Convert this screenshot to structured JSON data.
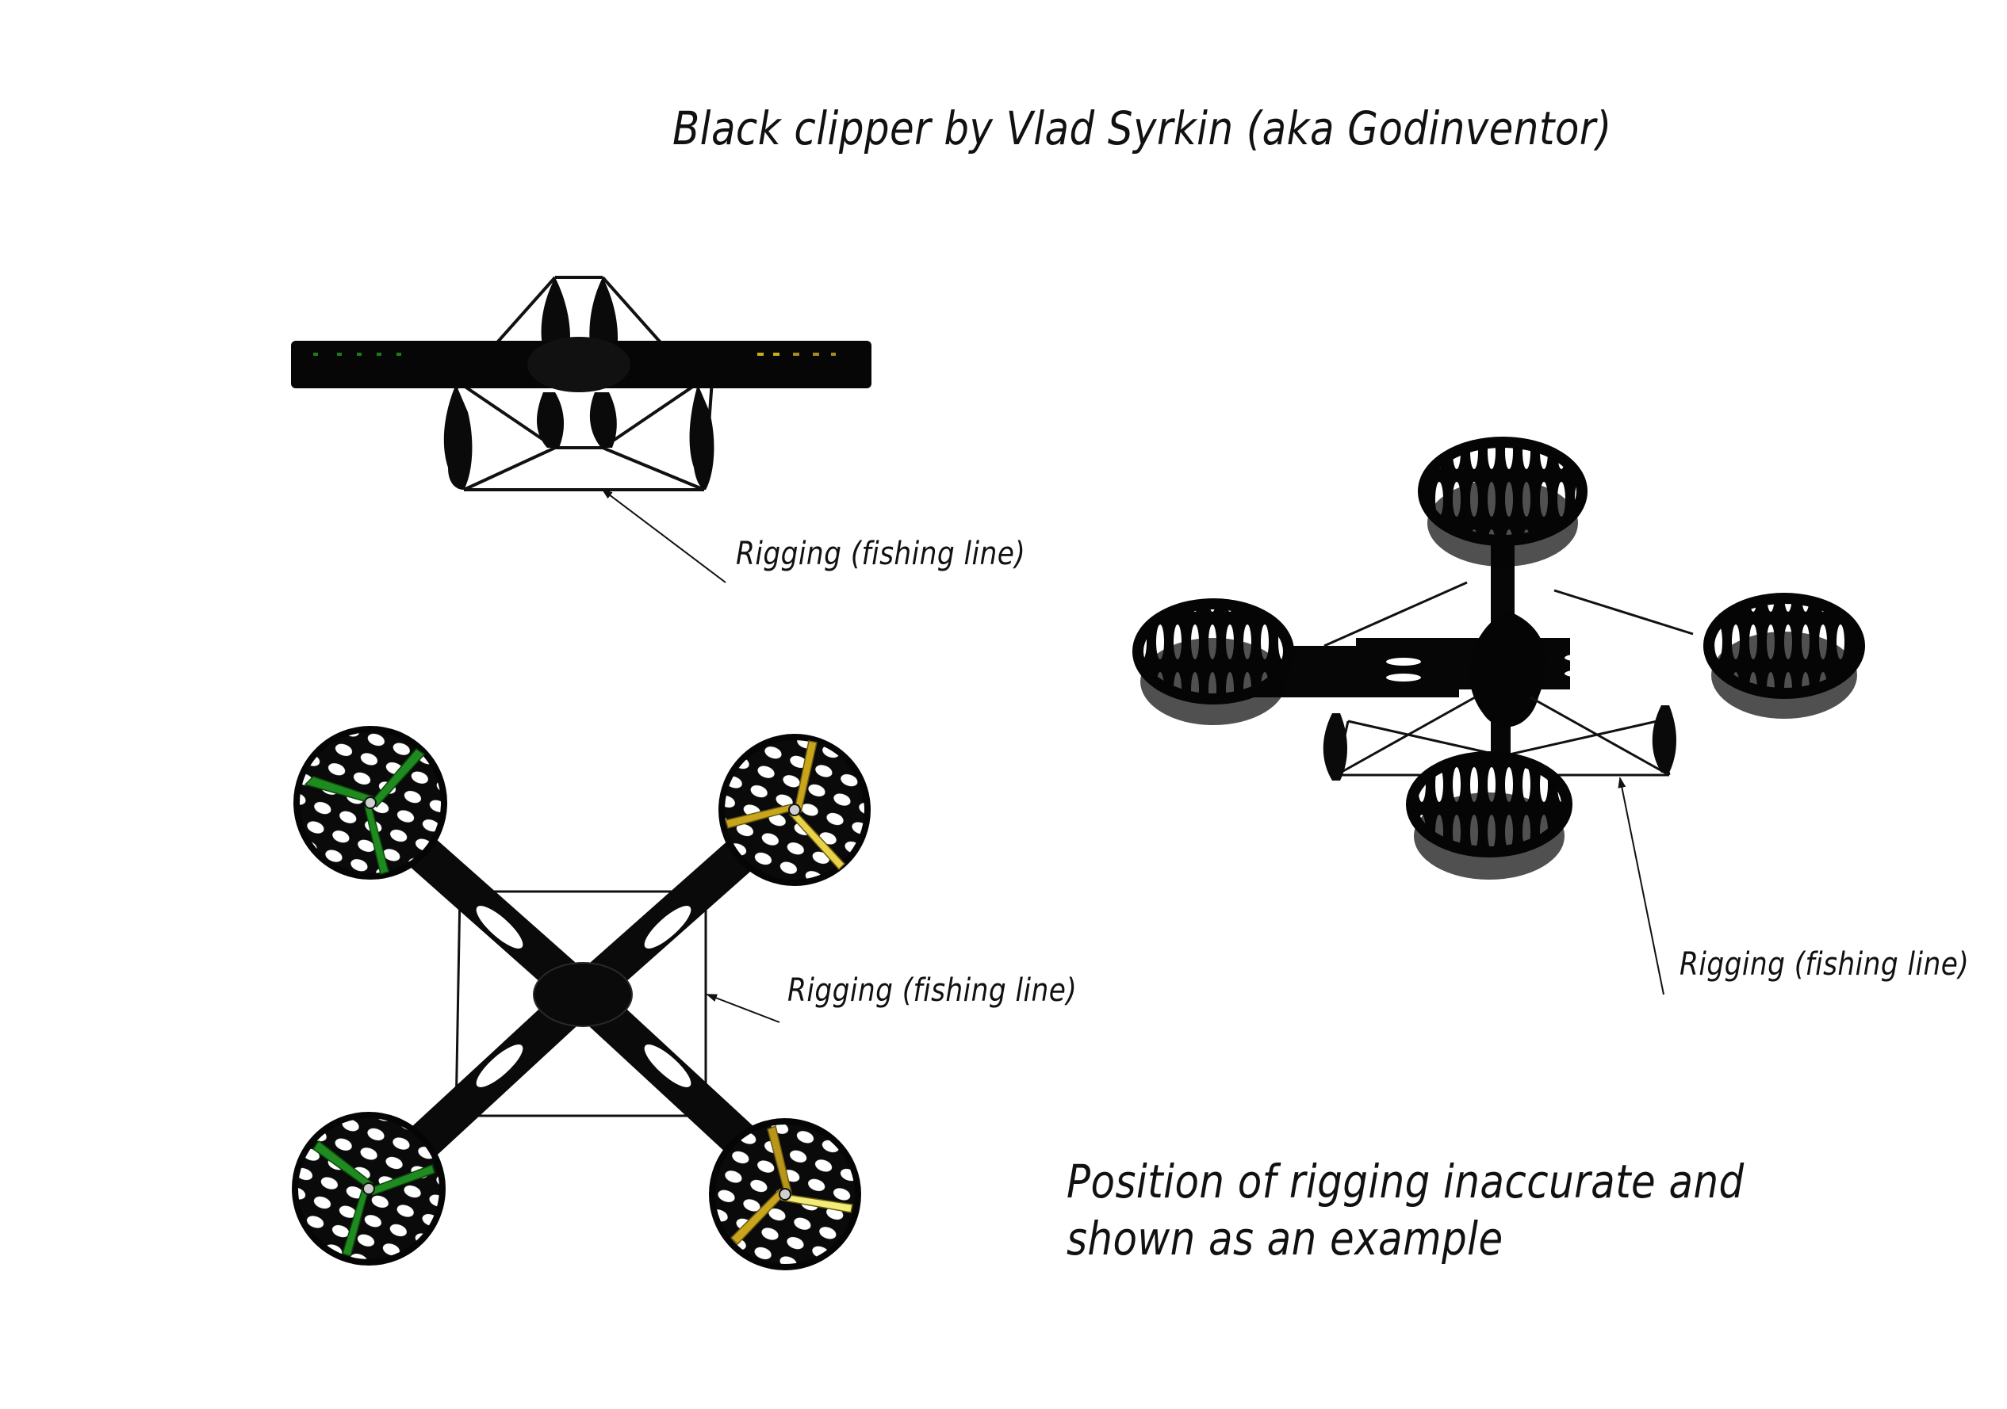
{
  "document": {
    "title": "Black clipper by Vlad Syrkin (aka Godinventor)",
    "views": [
      {
        "name": "side-view",
        "label": "Rigging (fishing line)"
      },
      {
        "name": "perspective-view",
        "label": "Rigging (fishing line)"
      },
      {
        "name": "top-view",
        "label": "Rigging (fishing line)"
      }
    ],
    "note_lines": [
      "Position of rigging inaccurate and",
      "shown as an example"
    ],
    "colors": {
      "frame": "#0a0a0a",
      "frame_highlight": "#3c3c3c",
      "propeller_green": "#1f8a1f",
      "propeller_gold": "#c9a51c",
      "propeller_light_yellow": "#f2ec78",
      "rigging_line": "#111111",
      "background": "#ffffff"
    }
  }
}
